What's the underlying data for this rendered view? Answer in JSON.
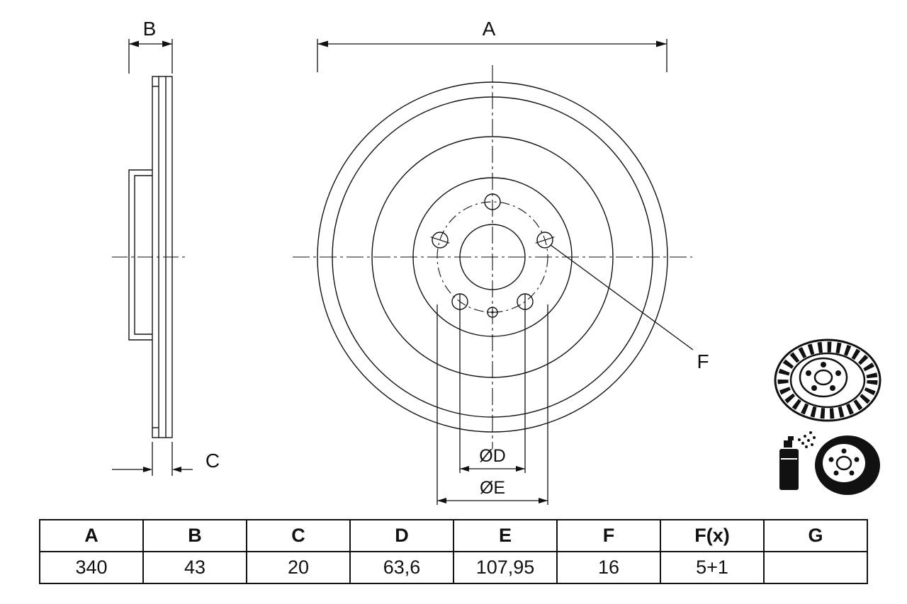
{
  "drawing": {
    "dim_a_label": "A",
    "dim_b_label": "B",
    "dim_c_label": "C",
    "dim_f_label": "F",
    "dim_d_label": "ØD",
    "dim_e_label": "ØE"
  },
  "table": {
    "headers": [
      "A",
      "B",
      "C",
      "D",
      "E",
      "F",
      "F(x)",
      "G"
    ],
    "values": [
      "340",
      "43",
      "20",
      "63,6",
      "107,95",
      "16",
      "5+1",
      ""
    ]
  },
  "colors": {
    "line": "#111111",
    "background": "#ffffff"
  }
}
